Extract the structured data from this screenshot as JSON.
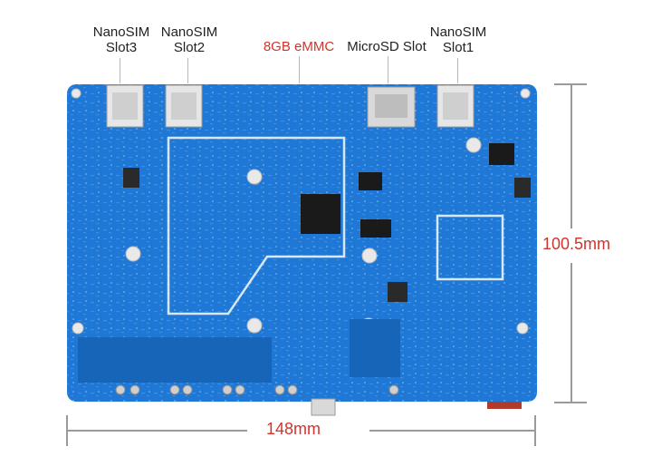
{
  "labels": {
    "slot3": [
      "NanoSIM",
      "Slot3"
    ],
    "slot2": [
      "NanoSIM",
      "Slot2"
    ],
    "emmc": "8GB eMMC",
    "microsd": "MicroSD Slot",
    "slot1": [
      "NanoSIM",
      "Slot1"
    ]
  },
  "dimensions": {
    "height": "100.5mm",
    "width": "148mm"
  },
  "colors": {
    "pcb": "#1f78d6",
    "pcb_dark": "#1765b8",
    "accent_red": "#d0342c"
  }
}
